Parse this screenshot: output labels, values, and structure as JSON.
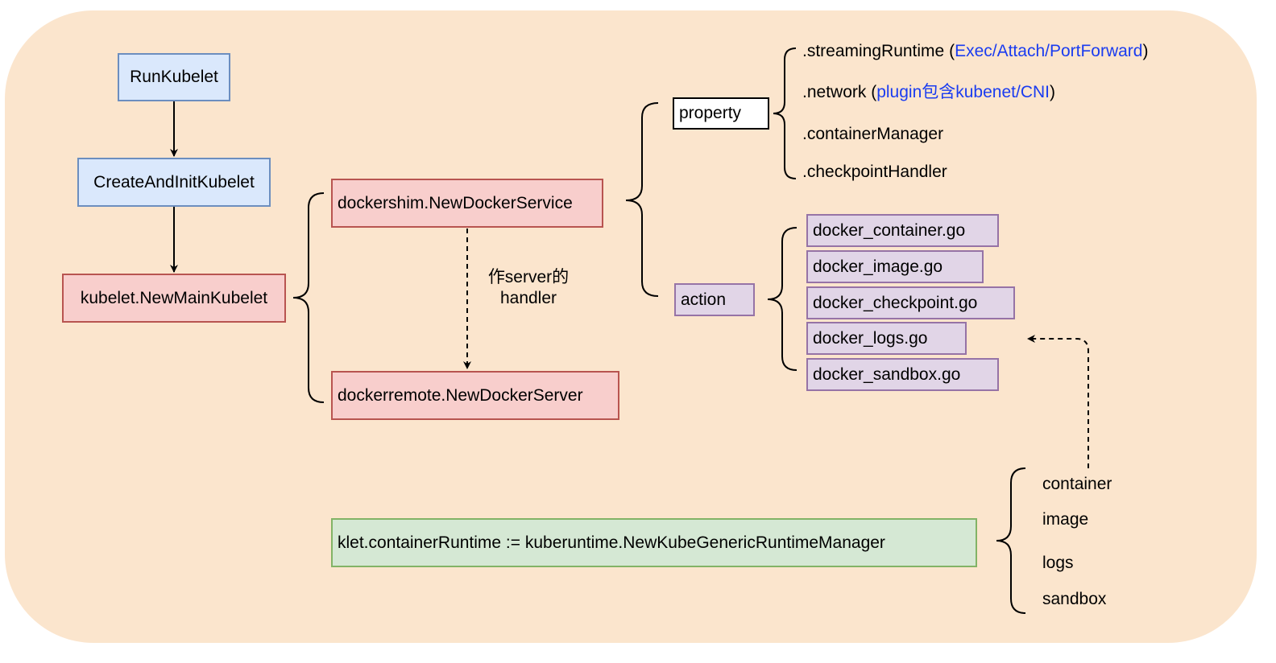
{
  "colors": {
    "background": "#fbe5cd",
    "blue_fill": "#dae8fc",
    "red_fill": "#f8cecc",
    "purple_fill": "#e1d5e7",
    "green_fill": "#d5e8d4",
    "link_text": "#1a3cf0"
  },
  "nodes": {
    "run_kubelet": "RunKubelet",
    "create_and_init": "CreateAndInitKubelet",
    "new_main_kubelet": "kubelet.NewMainKubelet",
    "new_docker_service": "dockershim.NewDockerService",
    "new_docker_server": "dockerremote.NewDockerServer",
    "handler_label_line1": "作server的",
    "handler_label_line2": "handler",
    "property": "property",
    "action": "action",
    "container_runtime": "klet.containerRuntime := kuberuntime.NewKubeGenericRuntimeManager"
  },
  "properties": {
    "streaming_prefix": ".streamingRuntime (",
    "streaming_link": "Exec/Attach/PortForward",
    "streaming_suffix": ")",
    "network_prefix": ".network (",
    "network_link": "plugin包含kubenet/CNI",
    "network_suffix": ")",
    "container_manager": ".containerManager",
    "checkpoint_handler": ".checkpointHandler"
  },
  "action_files": [
    "docker_container.go",
    "docker_image.go",
    "docker_checkpoint.go",
    "docker_logs.go",
    "docker_sandbox.go"
  ],
  "runtime_items": [
    "container",
    "image",
    "logs",
    "sandbox"
  ]
}
